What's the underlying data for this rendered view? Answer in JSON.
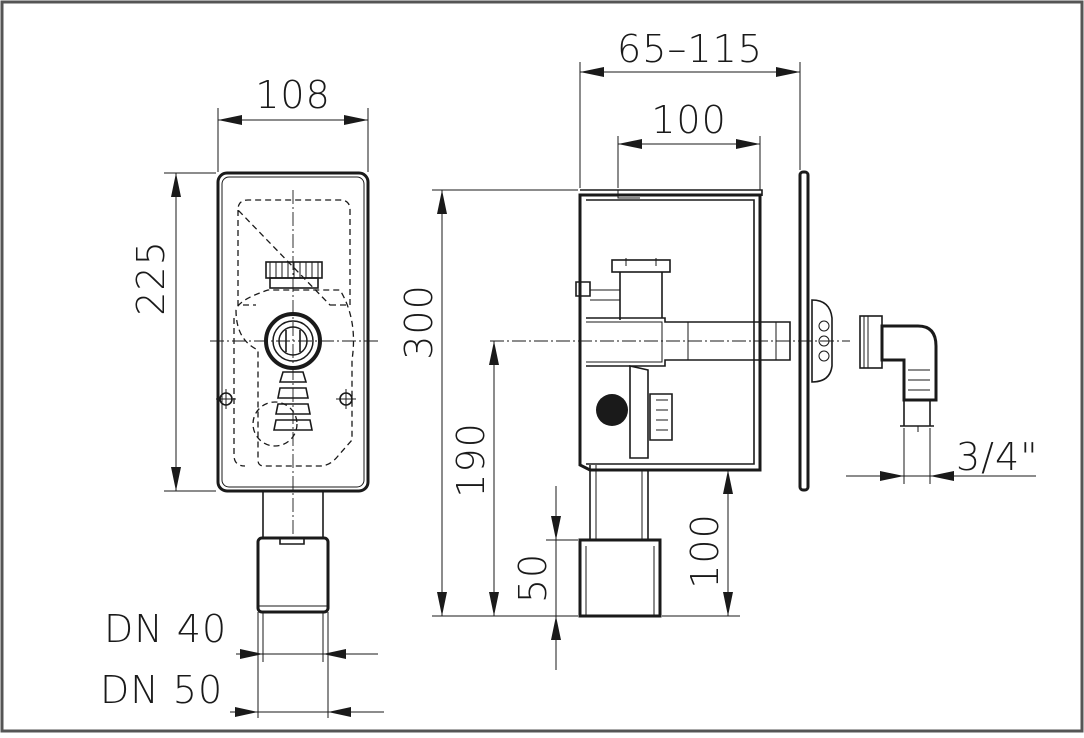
{
  "colors": {
    "line": "#1a1a1a",
    "frame": "#555555",
    "background": "#ffffff"
  },
  "front_view": {
    "width_label": "108",
    "height_label": "225",
    "inlet_label_small": "DN 40",
    "inlet_label_large": "DN 50"
  },
  "side_view": {
    "depth_range_label": "65–115",
    "box_depth_label": "100",
    "total_height_label": "300",
    "center_height_label": "190",
    "outlet_length_label": "100",
    "socket_length_label": "50"
  },
  "connector": {
    "thread_label": "3/4\""
  }
}
